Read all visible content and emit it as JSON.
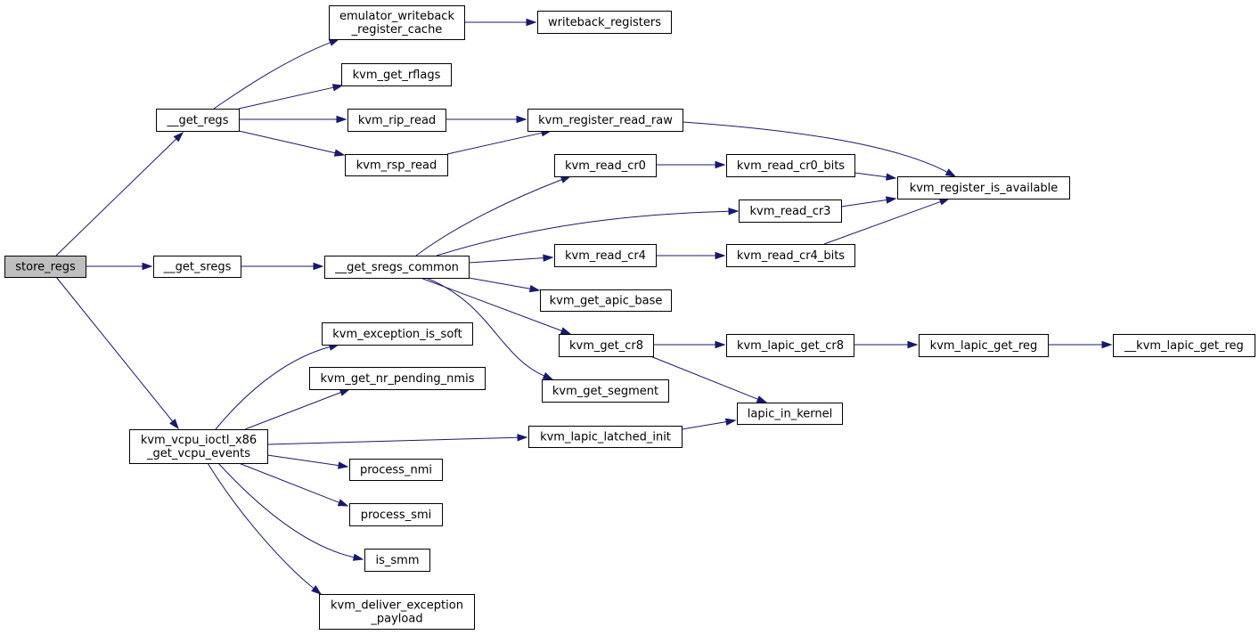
{
  "graph": {
    "root": "store_regs",
    "nodes": [
      {
        "id": "store_regs",
        "lines": [
          "store_regs"
        ],
        "root": true
      },
      {
        "id": "__get_regs",
        "lines": [
          "__get_regs"
        ]
      },
      {
        "id": "__get_sregs",
        "lines": [
          "__get_sregs"
        ]
      },
      {
        "id": "kvm_vcpu_ioctl_x86_get_vcpu_events",
        "lines": [
          "kvm_vcpu_ioctl_x86",
          "_get_vcpu_events"
        ]
      },
      {
        "id": "emulator_writeback_register_cache",
        "lines": [
          "emulator_writeback",
          "_register_cache"
        ]
      },
      {
        "id": "writeback_registers",
        "lines": [
          "writeback_registers"
        ]
      },
      {
        "id": "kvm_get_rflags",
        "lines": [
          "kvm_get_rflags"
        ]
      },
      {
        "id": "kvm_rip_read",
        "lines": [
          "kvm_rip_read"
        ]
      },
      {
        "id": "kvm_register_read_raw",
        "lines": [
          "kvm_register_read_raw"
        ]
      },
      {
        "id": "kvm_rsp_read",
        "lines": [
          "kvm_rsp_read"
        ]
      },
      {
        "id": "kvm_register_is_available",
        "lines": [
          "kvm_register_is_available"
        ]
      },
      {
        "id": "__get_sregs_common",
        "lines": [
          "__get_sregs_common"
        ]
      },
      {
        "id": "kvm_read_cr0",
        "lines": [
          "kvm_read_cr0"
        ]
      },
      {
        "id": "kvm_read_cr0_bits",
        "lines": [
          "kvm_read_cr0_bits"
        ]
      },
      {
        "id": "kvm_read_cr3",
        "lines": [
          "kvm_read_cr3"
        ]
      },
      {
        "id": "kvm_read_cr4",
        "lines": [
          "kvm_read_cr4"
        ]
      },
      {
        "id": "kvm_read_cr4_bits",
        "lines": [
          "kvm_read_cr4_bits"
        ]
      },
      {
        "id": "kvm_get_apic_base",
        "lines": [
          "kvm_get_apic_base"
        ]
      },
      {
        "id": "kvm_get_cr8",
        "lines": [
          "kvm_get_cr8"
        ]
      },
      {
        "id": "kvm_lapic_get_cr8",
        "lines": [
          "kvm_lapic_get_cr8"
        ]
      },
      {
        "id": "kvm_lapic_get_reg",
        "lines": [
          "kvm_lapic_get_reg"
        ]
      },
      {
        "id": "__kvm_lapic_get_reg",
        "lines": [
          "__kvm_lapic_get_reg"
        ]
      },
      {
        "id": "kvm_get_segment",
        "lines": [
          "kvm_get_segment"
        ]
      },
      {
        "id": "lapic_in_kernel",
        "lines": [
          "lapic_in_kernel"
        ]
      },
      {
        "id": "kvm_exception_is_soft",
        "lines": [
          "kvm_exception_is_soft"
        ]
      },
      {
        "id": "kvm_get_nr_pending_nmis",
        "lines": [
          "kvm_get_nr_pending_nmis"
        ]
      },
      {
        "id": "kvm_lapic_latched_init",
        "lines": [
          "kvm_lapic_latched_init"
        ]
      },
      {
        "id": "process_nmi",
        "lines": [
          "process_nmi"
        ]
      },
      {
        "id": "process_smi",
        "lines": [
          "process_smi"
        ]
      },
      {
        "id": "is_smm",
        "lines": [
          "is_smm"
        ]
      },
      {
        "id": "kvm_deliver_exception_payload",
        "lines": [
          "kvm_deliver_exception",
          "_payload"
        ]
      }
    ],
    "edges": [
      [
        "store_regs",
        "__get_regs"
      ],
      [
        "store_regs",
        "__get_sregs"
      ],
      [
        "store_regs",
        "kvm_vcpu_ioctl_x86_get_vcpu_events"
      ],
      [
        "__get_regs",
        "emulator_writeback_register_cache"
      ],
      [
        "__get_regs",
        "kvm_get_rflags"
      ],
      [
        "__get_regs",
        "kvm_rip_read"
      ],
      [
        "__get_regs",
        "kvm_rsp_read"
      ],
      [
        "emulator_writeback_register_cache",
        "writeback_registers"
      ],
      [
        "kvm_rip_read",
        "kvm_register_read_raw"
      ],
      [
        "kvm_rsp_read",
        "kvm_register_read_raw"
      ],
      [
        "kvm_register_read_raw",
        "kvm_register_is_available"
      ],
      [
        "__get_sregs",
        "__get_sregs_common"
      ],
      [
        "__get_sregs_common",
        "kvm_read_cr0"
      ],
      [
        "__get_sregs_common",
        "kvm_read_cr3"
      ],
      [
        "__get_sregs_common",
        "kvm_read_cr4"
      ],
      [
        "__get_sregs_common",
        "kvm_get_apic_base"
      ],
      [
        "__get_sregs_common",
        "kvm_get_cr8"
      ],
      [
        "__get_sregs_common",
        "kvm_get_segment"
      ],
      [
        "kvm_read_cr0",
        "kvm_read_cr0_bits"
      ],
      [
        "kvm_read_cr0_bits",
        "kvm_register_is_available"
      ],
      [
        "kvm_read_cr3",
        "kvm_register_is_available"
      ],
      [
        "kvm_read_cr4",
        "kvm_read_cr4_bits"
      ],
      [
        "kvm_read_cr4_bits",
        "kvm_register_is_available"
      ],
      [
        "kvm_get_cr8",
        "kvm_lapic_get_cr8"
      ],
      [
        "kvm_get_cr8",
        "lapic_in_kernel"
      ],
      [
        "kvm_lapic_get_cr8",
        "kvm_lapic_get_reg"
      ],
      [
        "kvm_lapic_get_reg",
        "__kvm_lapic_get_reg"
      ],
      [
        "kvm_vcpu_ioctl_x86_get_vcpu_events",
        "kvm_exception_is_soft"
      ],
      [
        "kvm_vcpu_ioctl_x86_get_vcpu_events",
        "kvm_get_nr_pending_nmis"
      ],
      [
        "kvm_vcpu_ioctl_x86_get_vcpu_events",
        "kvm_lapic_latched_init"
      ],
      [
        "kvm_vcpu_ioctl_x86_get_vcpu_events",
        "process_nmi"
      ],
      [
        "kvm_vcpu_ioctl_x86_get_vcpu_events",
        "process_smi"
      ],
      [
        "kvm_vcpu_ioctl_x86_get_vcpu_events",
        "is_smm"
      ],
      [
        "kvm_vcpu_ioctl_x86_get_vcpu_events",
        "kvm_deliver_exception_payload"
      ],
      [
        "kvm_lapic_latched_init",
        "lapic_in_kernel"
      ]
    ],
    "colors": {
      "edge": "#191970",
      "node_border": "#000000",
      "root_fill": "#bfbfbf",
      "node_fill": "#ffffff"
    }
  }
}
